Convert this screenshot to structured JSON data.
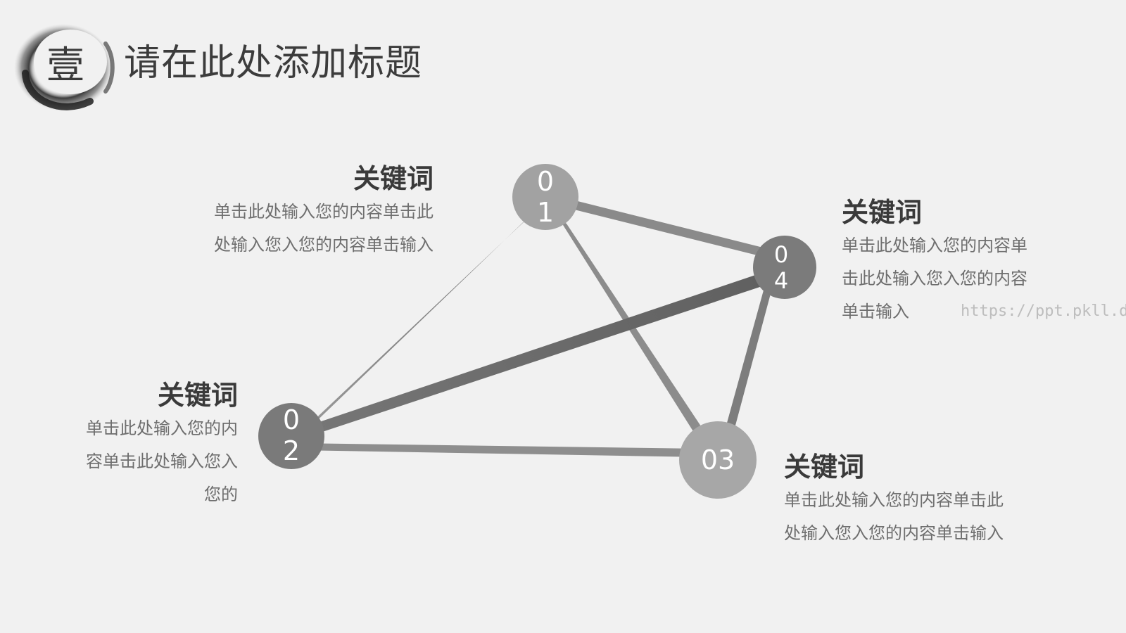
{
  "title": {
    "badge": "壹",
    "text": "请在此处添加标题"
  },
  "nodes": [
    {
      "id": "01",
      "line1": "0",
      "line2": "1"
    },
    {
      "id": "02",
      "line1": "0",
      "line2": "2"
    },
    {
      "id": "03",
      "label": "03"
    },
    {
      "id": "04",
      "line1": "0",
      "line2": "4"
    }
  ],
  "blocks": {
    "b01": {
      "keyword": "关键词",
      "lines": [
        "单击此处输入您的内容单击此",
        "处输入您入您的内容单击输入"
      ]
    },
    "b04": {
      "keyword": "关键词",
      "lines": [
        "单击此处输入您的内容单",
        "击此处输入您入您的内容",
        "单击输入"
      ]
    },
    "b02": {
      "keyword": "关键词",
      "lines": [
        "单击此处输入您的内",
        "容单击此处输入您入",
        "您的"
      ]
    },
    "b03": {
      "keyword": "关键词",
      "lines": [
        "单击此处输入您的内容单击此",
        "处输入您入您的内容单击输入"
      ]
    }
  },
  "watermark": "https://ppt.pkll.de",
  "colors": {
    "background": "#f1f1f1",
    "node01": "#a2a2a2",
    "node02": "#7a7a7a",
    "node03": "#a7a7a7",
    "node04": "#7b7b7b"
  }
}
